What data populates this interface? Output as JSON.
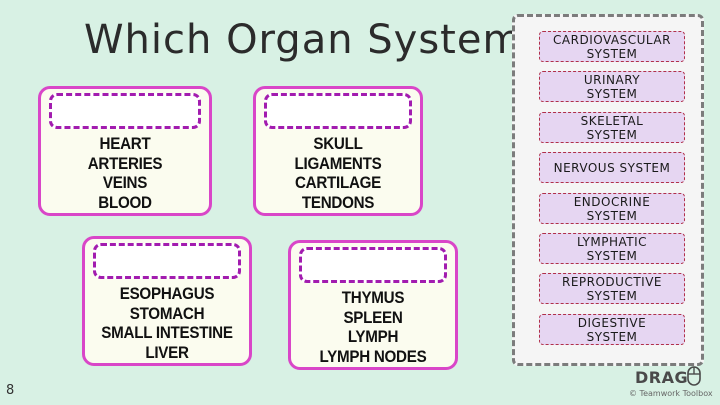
{
  "title": "Which Organ System?",
  "page_number": "8",
  "cards": [
    {
      "items": [
        "HEART",
        "ARTERIES",
        "VEINS",
        "BLOOD"
      ]
    },
    {
      "items": [
        "SKULL",
        "LIGAMENTS",
        "CARTILAGE",
        "TENDONS"
      ]
    },
    {
      "items": [
        "ESOPHAGUS",
        "STOMACH",
        "SMALL INTESTINE",
        "LIVER"
      ]
    },
    {
      "items": [
        "THYMUS",
        "SPLEEN",
        "LYMPH",
        "LYMPH NODES"
      ]
    }
  ],
  "bank": {
    "chips": [
      [
        "CARDIOVASCULAR",
        "SYSTEM"
      ],
      [
        "URINARY",
        "SYSTEM"
      ],
      [
        "SKELETAL",
        "SYSTEM"
      ],
      [
        "NERVOUS SYSTEM"
      ],
      [
        "ENDOCRINE",
        "SYSTEM"
      ],
      [
        "LYMPHATIC",
        "SYSTEM"
      ],
      [
        "REPRODUCTIVE",
        "SYSTEM"
      ],
      [
        "DIGESTIVE",
        "SYSTEM"
      ]
    ]
  },
  "brand": {
    "drag_label": "DRAG",
    "credit": "© Teamwork Toolbox"
  },
  "colors": {
    "background": "#d8f1e4",
    "card_border": "#d946c8",
    "drop_border": "#a21caf",
    "chip_fill": "#e6d6f2"
  },
  "icons": {
    "drag": "mouse-icon"
  }
}
